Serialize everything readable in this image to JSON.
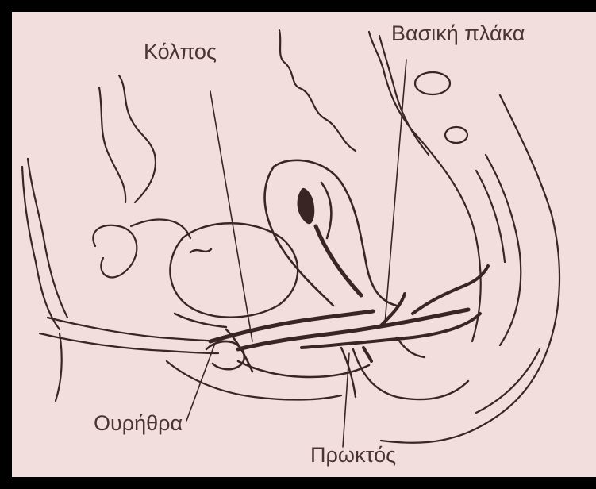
{
  "labels": {
    "vagina": "Κόλπος",
    "pelvic_floor": "Βασική πλάκα",
    "urethra": "Ουρήθρα",
    "rectum": "Πρωκτός"
  },
  "colors": {
    "background": "#f1dedd",
    "frame": "#000000",
    "ink": "#3a2525"
  }
}
